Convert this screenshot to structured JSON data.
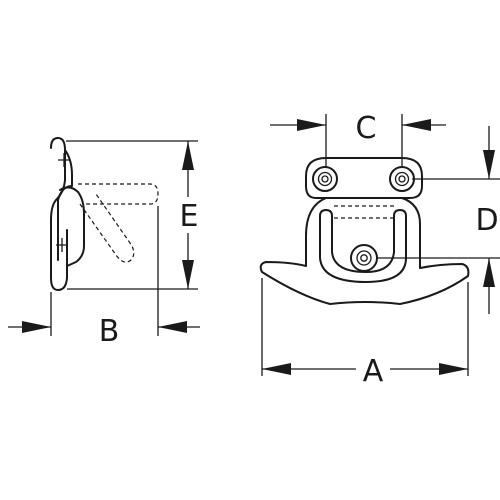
{
  "labels": {
    "a": "A",
    "b": "B",
    "c": "C",
    "d": "D",
    "e": "E"
  },
  "colors": {
    "ink": "#1a1a1a",
    "background": "#ffffff"
  }
}
